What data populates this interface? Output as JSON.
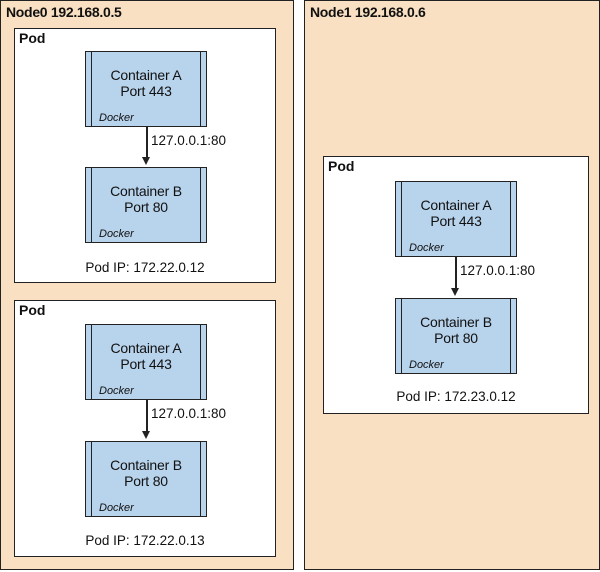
{
  "nodes": [
    {
      "name": "Node0 192.168.0.5",
      "pods": [
        {
          "title": "Pod",
          "ip": "Pod IP: 172.22.0.12",
          "containers": [
            {
              "name": "Container A",
              "port": "Port 443",
              "runtime": "Docker"
            },
            {
              "name": "Container B",
              "port": "Port 80",
              "runtime": "Docker"
            }
          ],
          "link_label": "127.0.0.1:80"
        },
        {
          "title": "Pod",
          "ip": "Pod IP: 172.22.0.13",
          "containers": [
            {
              "name": "Container A",
              "port": "Port 443",
              "runtime": "Docker"
            },
            {
              "name": "Container B",
              "port": "Port 80",
              "runtime": "Docker"
            }
          ],
          "link_label": "127.0.0.1:80"
        }
      ]
    },
    {
      "name": "Node1 192.168.0.6",
      "pods": [
        {
          "title": "Pod",
          "ip": "Pod IP: 172.23.0.12",
          "containers": [
            {
              "name": "Container A",
              "port": "Port 443",
              "runtime": "Docker"
            },
            {
              "name": "Container B",
              "port": "Port 80",
              "runtime": "Docker"
            }
          ],
          "link_label": "127.0.0.1:80"
        }
      ]
    }
  ],
  "colors": {
    "node_fill": "#fae0c2",
    "pod_fill": "#ffffff",
    "container_fill": "#b8d3ec",
    "stroke": "#222222"
  }
}
